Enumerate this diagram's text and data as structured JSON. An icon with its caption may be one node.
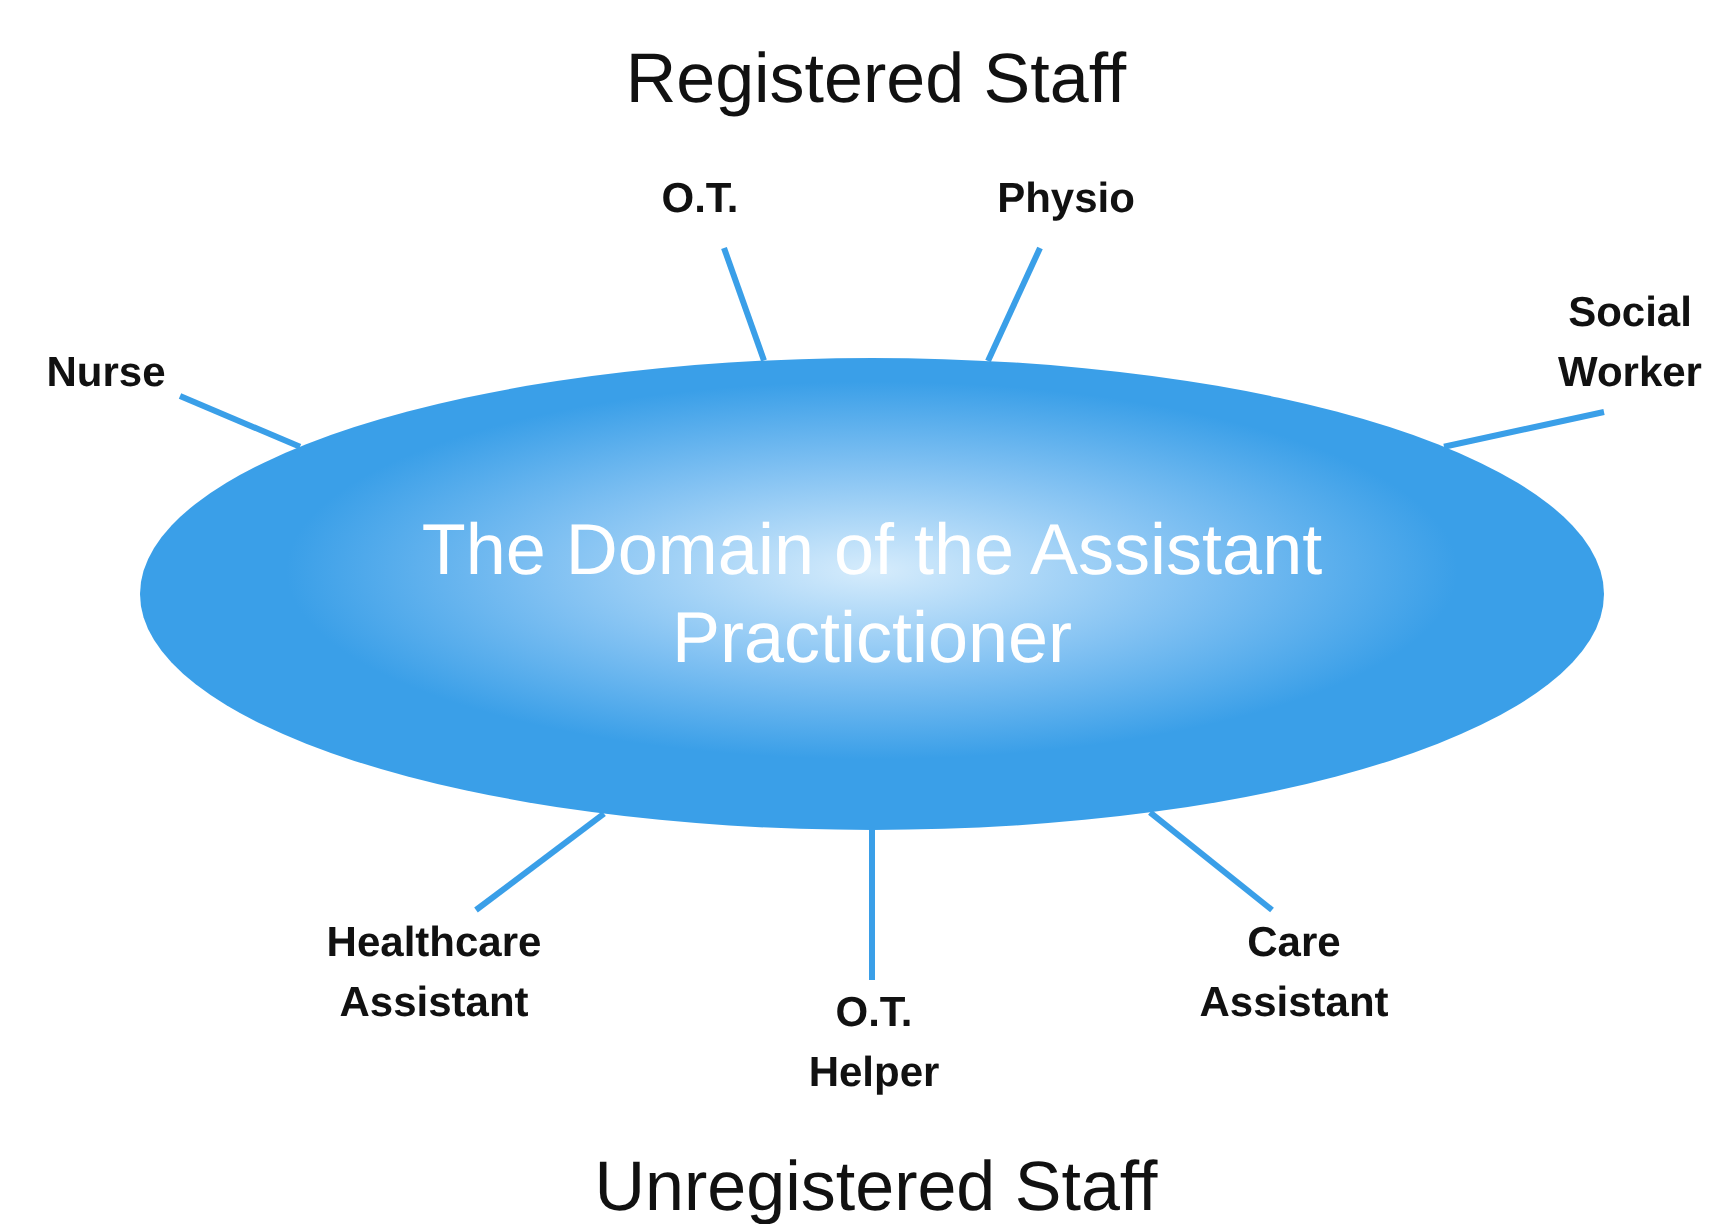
{
  "diagram": {
    "nodes": [
      {
        "text": [
          "O.T."
        ]
      },
      {
        "text": [
          "Physio"
        ]
      },
      {
        "text": [
          "Social Worker"
        ]
      },
      {
        "text": [
          "Nurse"
        ]
      },
      {
        "text": [
          "The Domain of the Assistant Practictioner"
        ]
      },
      {
        "text": [
          "Healthcare Assistant"
        ]
      },
      {
        "text": [
          "Care Assistant"
        ]
      },
      {
        "text": [
          "O.T. Helper"
        ]
      }
    ],
    "edges": [
      {
        "from": 0,
        "to": 4,
        "arrow": "none"
      },
      {
        "from": 1,
        "to": 4,
        "arrow": "none"
      },
      {
        "from": 2,
        "to": 4,
        "arrow": "none"
      },
      {
        "from": 3,
        "to": 4,
        "arrow": "none"
      },
      {
        "from": 5,
        "to": 4,
        "arrow": "none"
      },
      {
        "from": 6,
        "to": 4,
        "arrow": "none"
      },
      {
        "from": 7,
        "to": 4,
        "arrow": "none"
      }
    ],
    "labels": [
      "Registered Staff",
      "Unregistered Staff"
    ]
  }
}
